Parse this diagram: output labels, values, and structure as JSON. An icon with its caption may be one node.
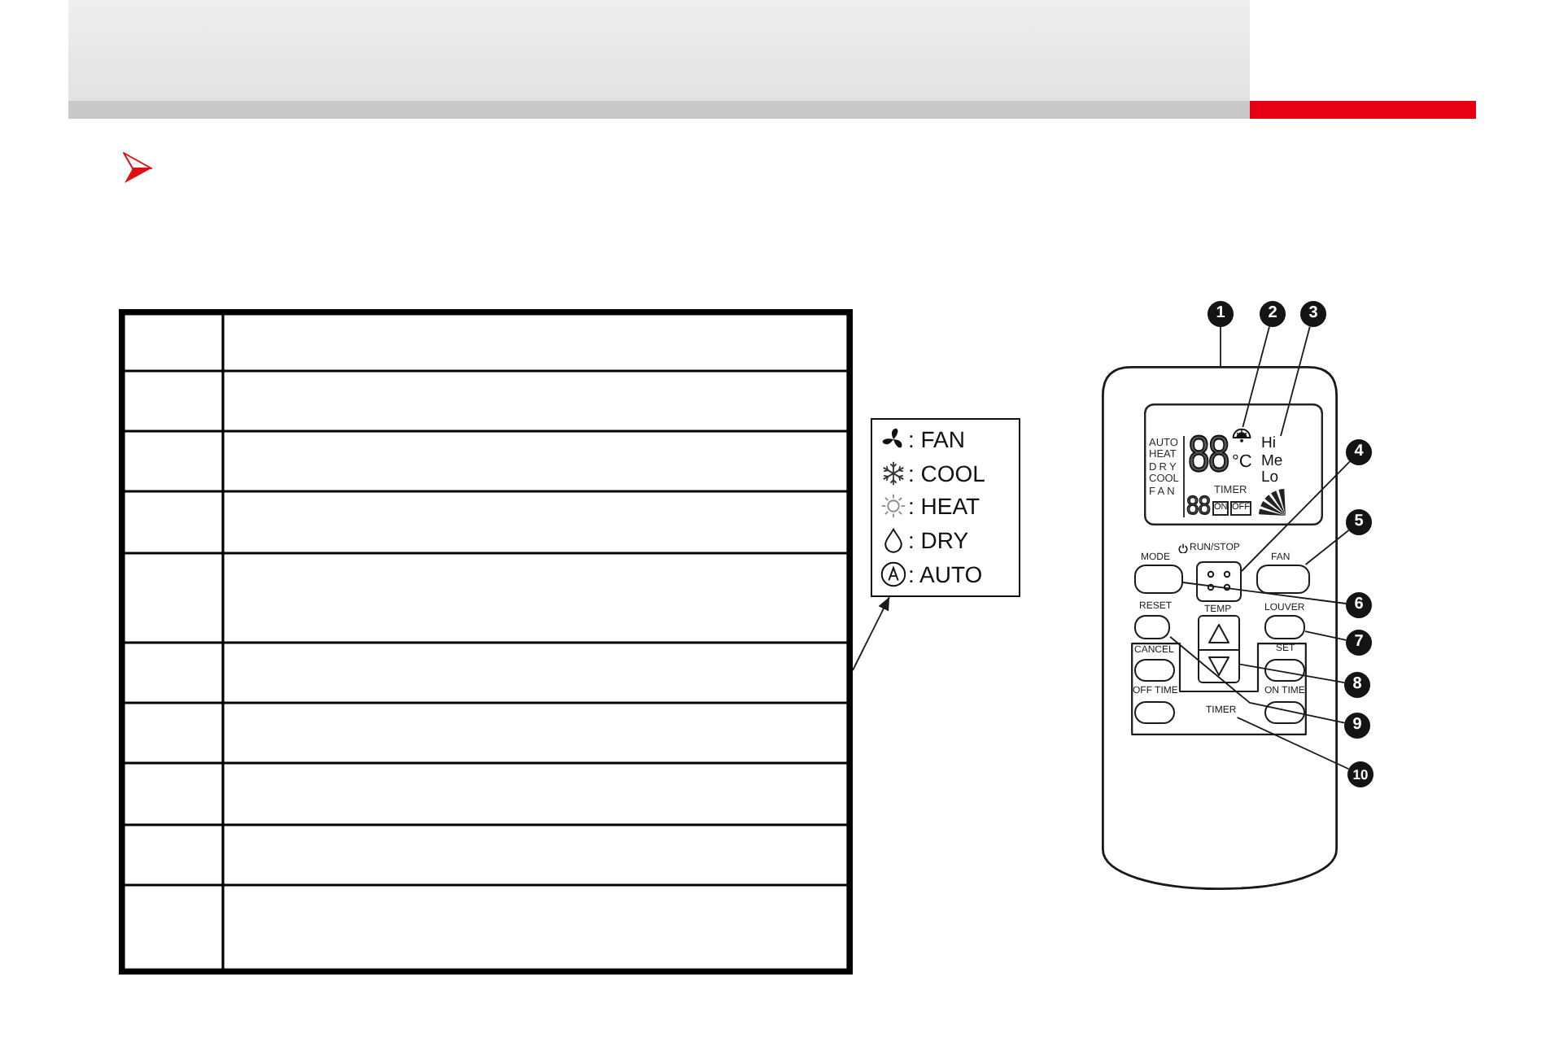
{
  "diagram": {
    "nodes": [
      {
        "text": [],
        "shape": "table"
      },
      {
        "text": [
          ": FAN",
          ": COOL",
          ": HEAT",
          ": DRY",
          ": AUTO"
        ]
      },
      {
        "text": [
          "1"
        ]
      },
      {
        "text": [
          "2"
        ]
      },
      {
        "text": [
          "3"
        ]
      },
      {
        "text": [],
        "shape": "picture"
      },
      {
        "text": [
          "AUTO",
          "HEAT",
          "DRY",
          "COOL",
          "FAN",
          "88",
          "°C",
          "88",
          "TIMER"
        ],
        "in": 5
      },
      {
        "text": [],
        "shape": "picture",
        "in": 6
      },
      {
        "text": [
          "Hi Me Lo"
        ],
        "in": 6
      },
      {
        "text": [
          "ON"
        ],
        "in": 6
      },
      {
        "text": [
          "OFF"
        ],
        "in": 6
      },
      {
        "text": [
          "4"
        ]
      },
      {
        "text": [
          "5"
        ]
      },
      {
        "text": [],
        "shape": "box",
        "in": 5
      },
      {
        "text": [],
        "shape": "box",
        "in": 5
      },
      {
        "text": [],
        "shape": "box",
        "in": 5
      },
      {
        "text": [
          "6"
        ]
      },
      {
        "text": [],
        "shape": "box",
        "in": 5
      },
      {
        "text": [],
        "shape": "box",
        "in": 5
      },
      {
        "text": [],
        "shape": "box",
        "in": 5
      },
      {
        "text": [
          "7"
        ]
      },
      {
        "text": [],
        "shape": "box",
        "in": 5
      },
      {
        "text": [],
        "shape": "box",
        "in": 21
      },
      {
        "text": [],
        "shape": "box",
        "in": 21
      },
      {
        "text": [
          "8"
        ]
      },
      {
        "text": [],
        "shape": "box",
        "in": 21
      },
      {
        "text": [],
        "shape": "box",
        "in": 21
      },
      {
        "text": [
          "9"
        ]
      },
      {
        "text": [
          "TIMER"
        ],
        "in": 21
      },
      {
        "text": [
          "10"
        ]
      }
    ],
    "edges": [
      {
        "from": 0,
        "to": 1,
        "arrow": "to"
      },
      {
        "from": 2,
        "to": 5,
        "arrow": "none"
      },
      {
        "from": 3,
        "to": 7,
        "arrow": "none"
      },
      {
        "from": 4,
        "to": 8,
        "arrow": "none"
      },
      {
        "from": 11,
        "to": 14,
        "arrow": "none"
      },
      {
        "from": 12,
        "to": 15,
        "arrow": "none"
      },
      {
        "from": 16,
        "to": 13,
        "arrow": "none"
      },
      {
        "from": 20,
        "to": 19,
        "arrow": "none"
      },
      {
        "from": 24,
        "to": 18,
        "arrow": "none"
      },
      {
        "from": 27,
        "to": 17,
        "arrow": "none"
      },
      {
        "from": 29,
        "to": 28,
        "arrow": "none"
      }
    ],
    "labels": [
      "RUN/STOP",
      "MODE",
      "FAN",
      "RESET",
      "TEMP",
      "LOUVER",
      "CANCEL",
      "SET",
      "OFF TIME",
      "ON TIME"
    ]
  }
}
